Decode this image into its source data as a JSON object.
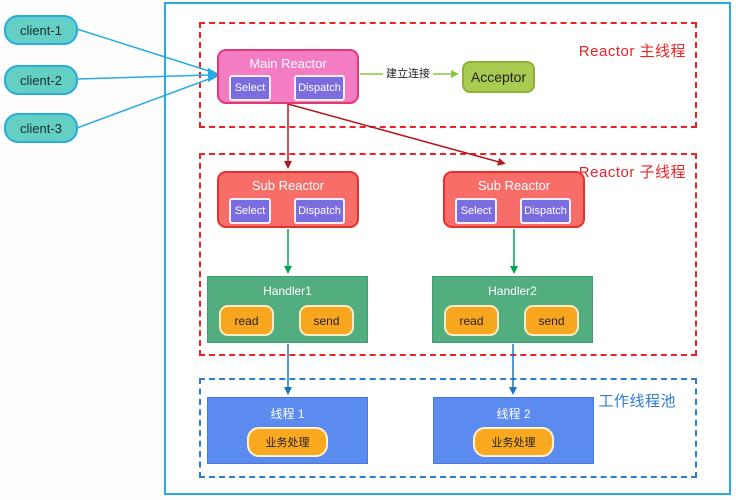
{
  "clients": [
    {
      "label": "client-1"
    },
    {
      "label": "client-2"
    },
    {
      "label": "client-3"
    }
  ],
  "main_thread_section": {
    "label": "Reactor 主线程"
  },
  "sub_thread_section": {
    "label": "Reactor 子线程"
  },
  "worker_pool_section": {
    "label": "工作线程池"
  },
  "main_reactor": {
    "title": "Main Reactor",
    "select_label": "Select",
    "dispatch_label": "Dispatch"
  },
  "connection_arrow_label": "建立连接",
  "acceptor": {
    "label": "Acceptor"
  },
  "sub_reactors": [
    {
      "title": "Sub Reactor",
      "select_label": "Select",
      "dispatch_label": "Dispatch"
    },
    {
      "title": "Sub Reactor",
      "select_label": "Select",
      "dispatch_label": "Dispatch"
    }
  ],
  "handlers": [
    {
      "title": "Handler1",
      "read_label": "read",
      "send_label": "send"
    },
    {
      "title": "Handler2",
      "read_label": "read",
      "send_label": "send"
    }
  ],
  "threads": [
    {
      "title": "线程 1",
      "task_label": "业务处理"
    },
    {
      "title": "线程 2",
      "task_label": "业务处理"
    }
  ],
  "colors": {
    "frame_border": "#29abe2",
    "client_fill": "#63cfc5",
    "main_reactor_fill": "#f47cc3",
    "main_reactor_border": "#e23a75",
    "sub_reactor_fill": "#f96d68",
    "sub_reactor_border": "#e8302a",
    "select_dispatch_fill": "#7b6cdf",
    "acceptor_fill": "#a8cb52",
    "handler_fill": "#52ae7e",
    "read_send_fill": "#f9a61f",
    "thread_fill": "#5b8bee",
    "section_dashed_red": "#ec2227",
    "section_dashed_blue": "#2b7cd3",
    "arrow_cyan": "#29abe2",
    "arrow_connection_green": "#8cc63e",
    "arrow_dark_red": "#b2181d",
    "arrow_green": "#00a553",
    "arrow_blue": "#1c75bc"
  }
}
